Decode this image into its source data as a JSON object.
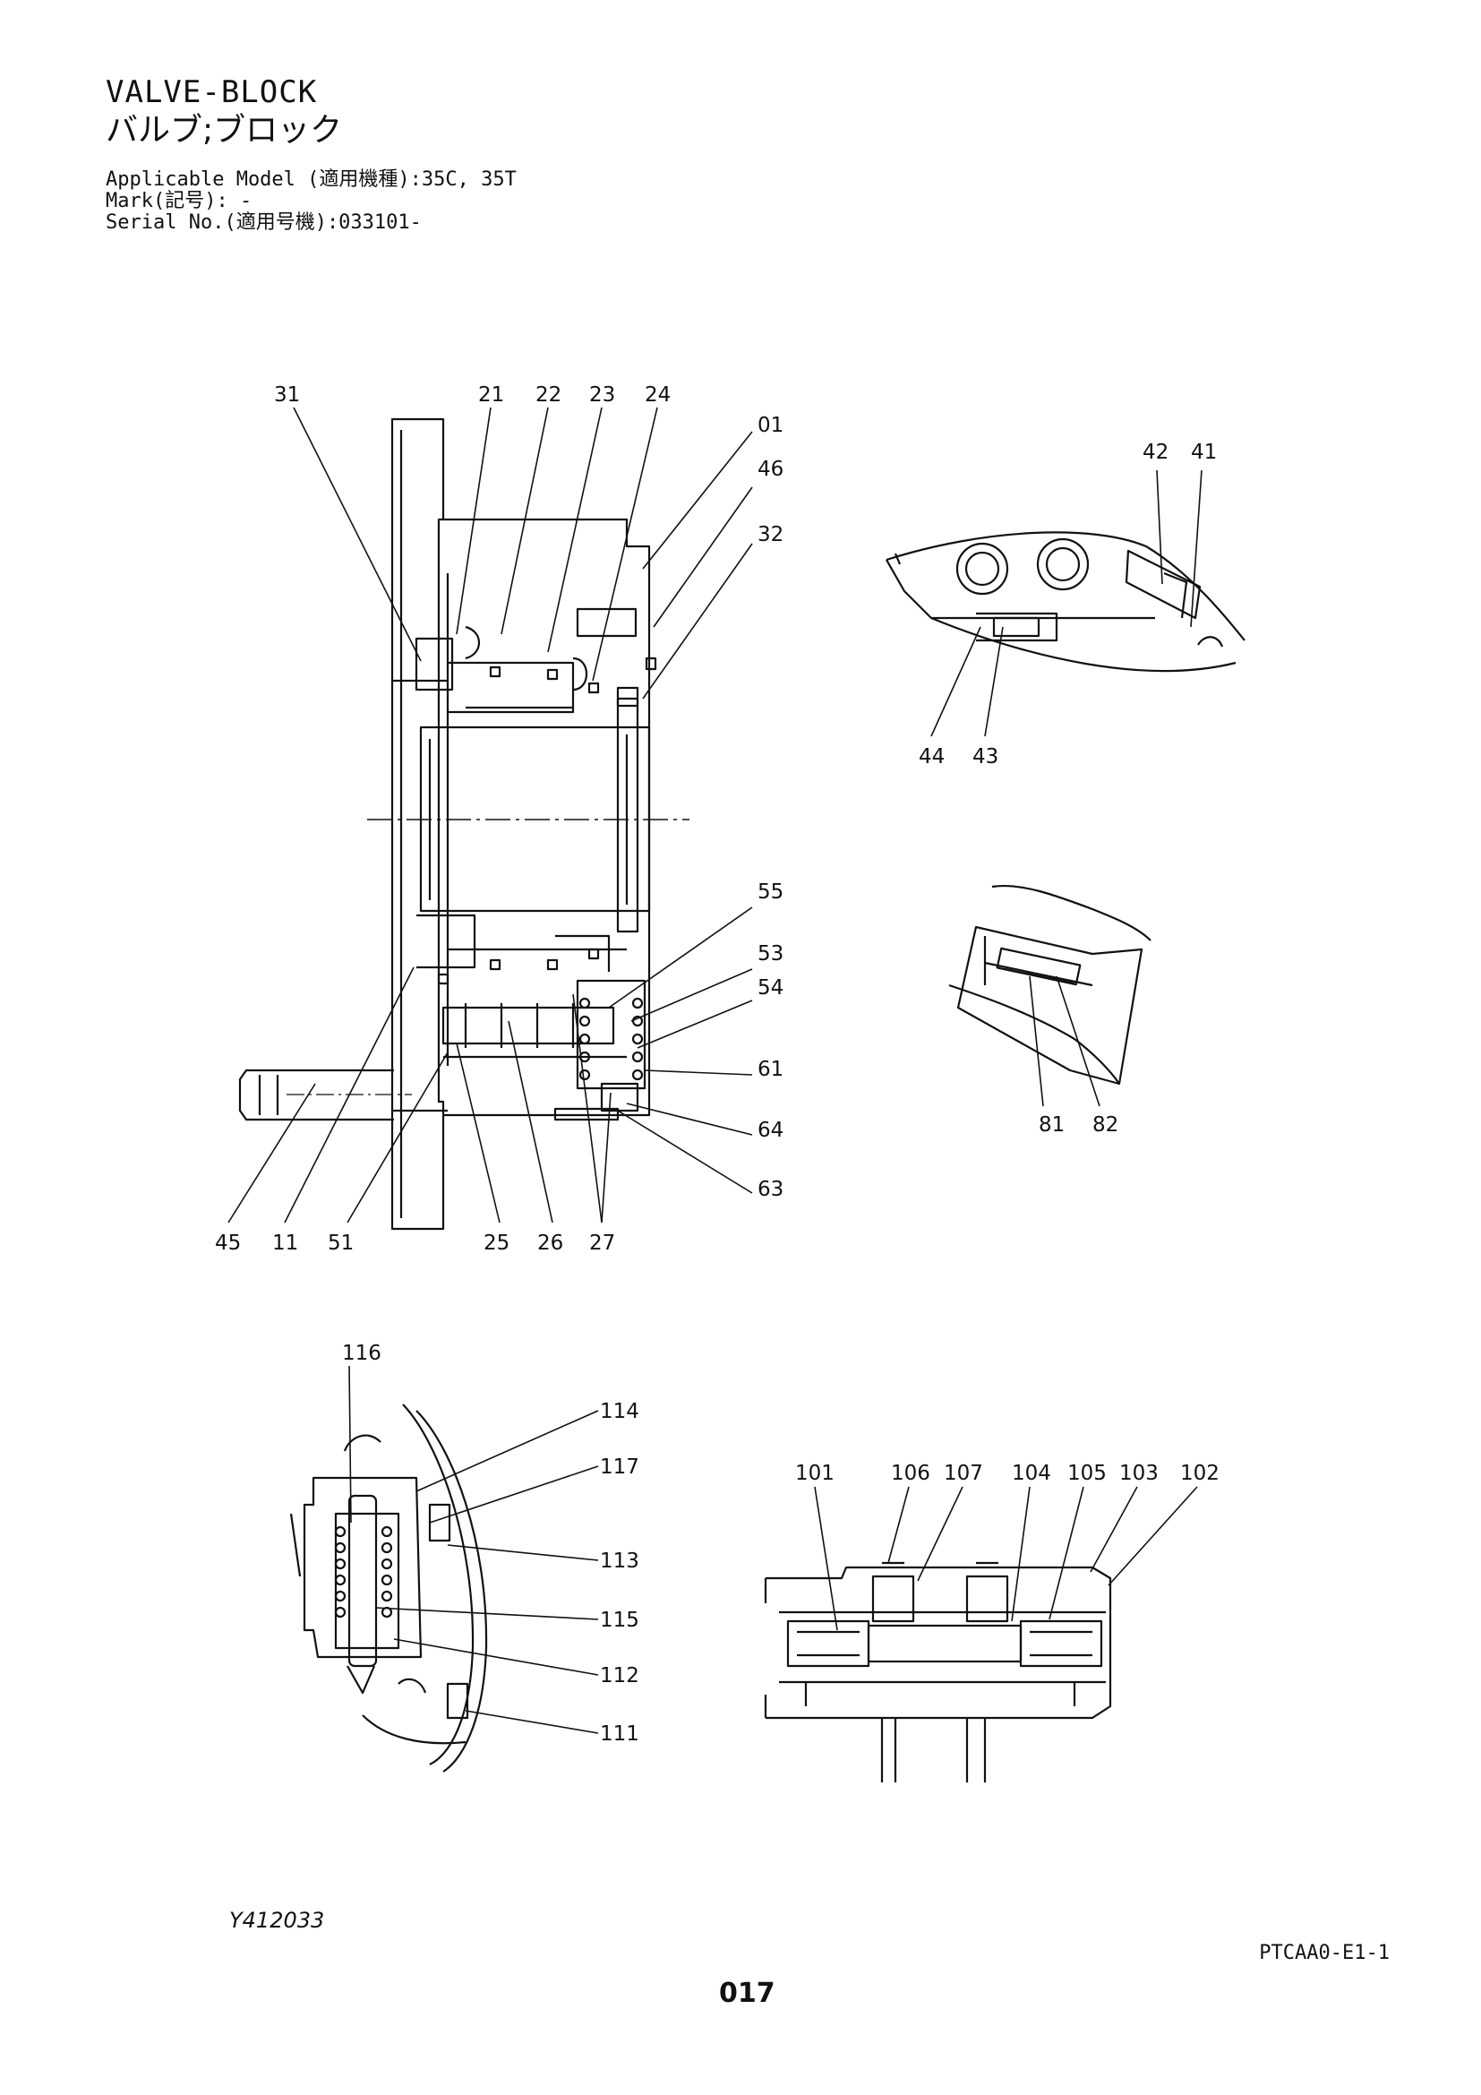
{
  "header": {
    "title_en": "VALVE-BLOCK",
    "title_jp": "バルブ;ブロック",
    "model_line": "Applicable Model (適用機種):35C, 35T",
    "mark_line": "Mark(記号): -",
    "serial_line": "Serial No.(適用号機):033101-"
  },
  "callouts": {
    "c31": "31",
    "c21": "21",
    "c22": "22",
    "c23": "23",
    "c24": "24",
    "c01": "01",
    "c46": "46",
    "c32": "32",
    "c55": "55",
    "c53": "53",
    "c54": "54",
    "c61": "61",
    "c64": "64",
    "c63": "63",
    "c45": "45",
    "c11": "11",
    "c51": "51",
    "c25": "25",
    "c26": "26",
    "c27": "27",
    "c42": "42",
    "c41": "41",
    "c44": "44",
    "c43": "43",
    "c81": "81",
    "c82": "82",
    "c116": "116",
    "c114": "114",
    "c117": "117",
    "c113": "113",
    "c115": "115",
    "c112": "112",
    "c111": "111",
    "c101": "101",
    "c106": "106",
    "c107": "107",
    "c104": "104",
    "c105": "105",
    "c103": "103",
    "c102": "102"
  },
  "footer": {
    "drawing_code": "Y412033",
    "ref_code": "PTCAA0-E1-1",
    "page_number": "017"
  }
}
